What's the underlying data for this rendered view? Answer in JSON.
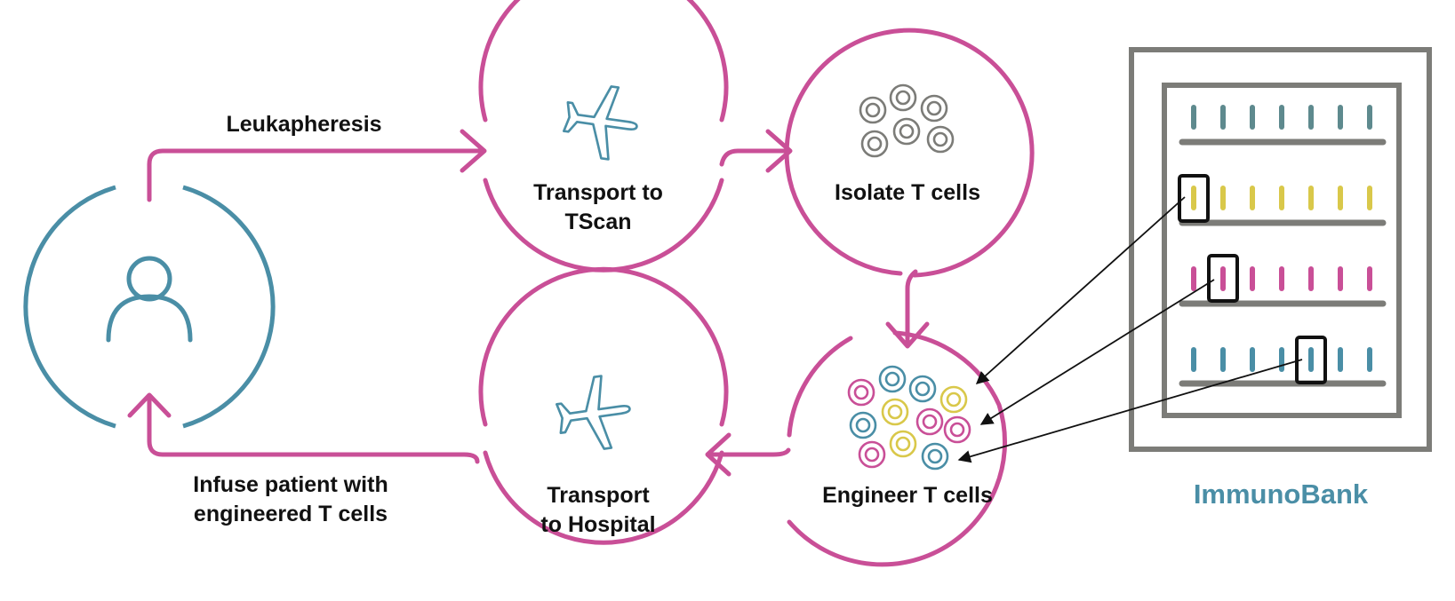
{
  "colors": {
    "pink": "#c94f97",
    "teal": "#4a8ea6",
    "yellow": "#d9c84a",
    "gray": "#7c7c78",
    "black": "#111111"
  },
  "labels": {
    "leukapheresis": "Leukapheresis",
    "transport_tscan_line1": "Transport to",
    "transport_tscan_line2": "TScan",
    "isolate": "Isolate T cells",
    "engineer": "Engineer T cells",
    "transport_hospital_line1": "Transport",
    "transport_hospital_line2": "to Hospital",
    "infuse_line1": "Infuse patient with",
    "infuse_line2": "engineered T cells"
  },
  "immunobank": {
    "title": "ImmunoBank",
    "shelves": [
      {
        "color": "yellow_teal",
        "vials": 7
      },
      {
        "color": "yellow",
        "vials": 7
      },
      {
        "color": "pink",
        "vials": 7
      },
      {
        "color": "teal",
        "vials": 7
      }
    ]
  },
  "icons": {
    "patient": "person-icon",
    "transport": "airplane-icon",
    "cells": "cell-icon"
  }
}
